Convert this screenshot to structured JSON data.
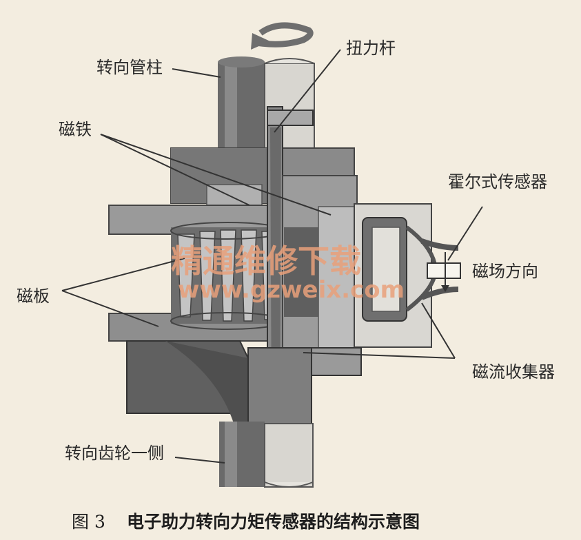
{
  "labels": {
    "steering_column": "转向管柱",
    "torsion_bar": "扭力杆",
    "magnet": "磁铁",
    "hall_sensor": "霍尔式传感器",
    "field_direction": "磁场方向",
    "magnetic_plate": "磁板",
    "flux_collector": "磁流收集器",
    "pinion_side": "转向齿轮一侧"
  },
  "caption": {
    "number": "图 3",
    "title": "电子助力转向力矩传感器的结构示意图"
  },
  "watermark": {
    "text": "精通维修下载",
    "url": "www.gzweix.com"
  },
  "colors": {
    "background": "#f3ede0",
    "dark_metal": "#5f5f5f",
    "mid_metal": "#8e8e8e",
    "light_metal": "#bdbdbd",
    "watermark": "#e9a07a"
  }
}
